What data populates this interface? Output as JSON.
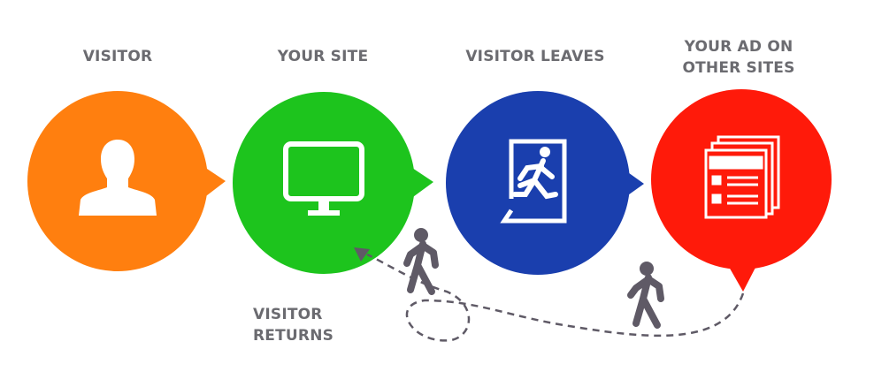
{
  "steps": [
    {
      "id": "visitor",
      "label": "VISITOR",
      "color": "#ff7f0f",
      "icon": "user-icon"
    },
    {
      "id": "your-site",
      "label": "YOUR SITE",
      "color": "#1dc41d",
      "icon": "monitor-icon"
    },
    {
      "id": "visitor-leaves",
      "label": "VISITOR LEAVES",
      "color": "#1a3fae",
      "icon": "exit-door-icon"
    },
    {
      "id": "your-ad",
      "label_line1": "YOUR AD ON",
      "label_line2": "OTHER SITES",
      "color": "#ff1a0a",
      "icon": "web-pages-icon"
    }
  ],
  "return_path": {
    "label": "VISITOR RETURNS",
    "color": "#5f5a66",
    "icon": "walking-person-icon"
  }
}
